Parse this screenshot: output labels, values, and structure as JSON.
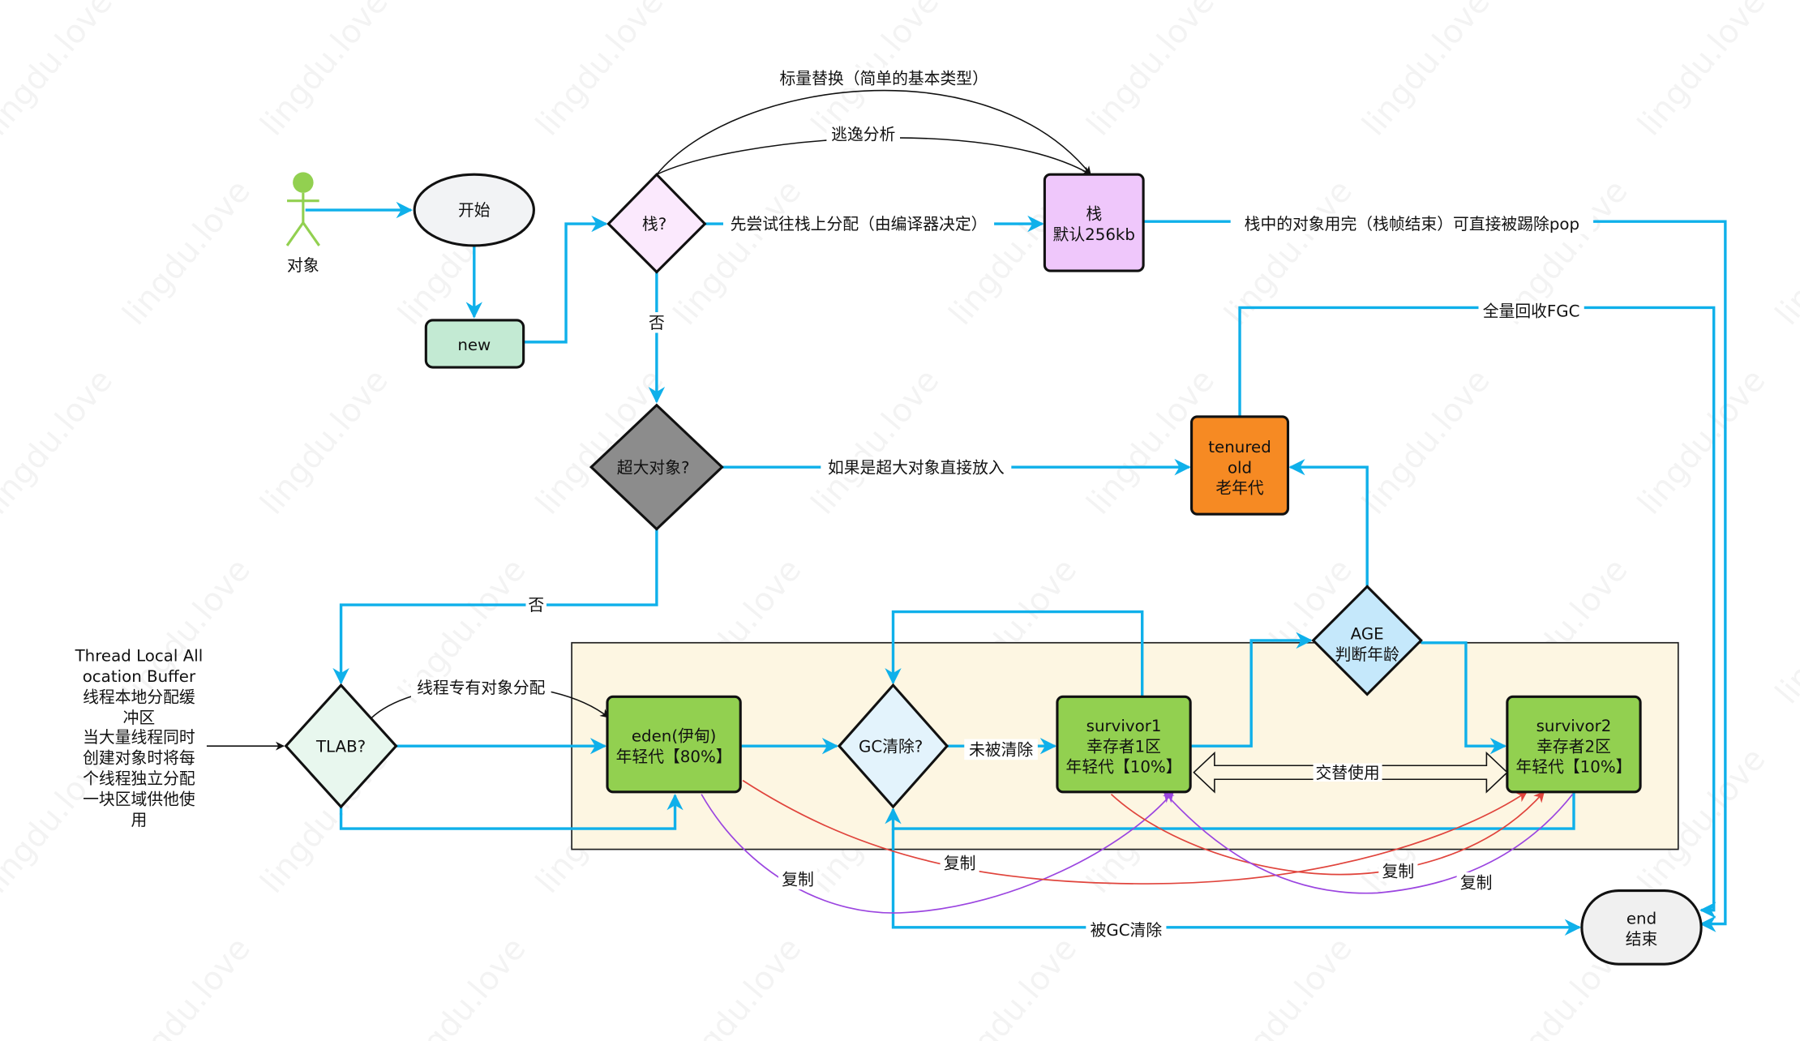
{
  "diagram": {
    "title": "JVM 对象分配流程",
    "watermark": "lingdu.love",
    "colors": {
      "flow_line": "#0fb0ea",
      "copy_line_red": "#e0443c",
      "copy_line_purple": "#9b45e0",
      "actor": "#92d050",
      "start_fill": "#f2f3f5",
      "new_fill": "#c3ead3",
      "stack_decision_fill": "#fbe9fd",
      "stack_fill": "#efc7fb",
      "big_object_fill": "#8c8c8c",
      "tenured_fill": "#f68a23",
      "tlab_fill": "#e8f7ee",
      "young_gen_fill": "#fdf6e2",
      "young_box_fill": "#92d050",
      "gc_fill": "#e3f3fc",
      "age_fill": "#c5e8fb",
      "end_fill": "#f0f0f0"
    },
    "nodes": {
      "actor": "对象",
      "start": "开始",
      "new": "new",
      "stack_decision": "栈?",
      "stack": {
        "line1": "栈",
        "line2": "默认256kb"
      },
      "big_object": "超大对象?",
      "tenured": {
        "line1": "tenured",
        "line2": "old",
        "line3": "老年代"
      },
      "tlab": "TLAB?",
      "tlab_note": [
        "Thread Local All",
        "ocation Buffer",
        "线程本地分配缓",
        "冲区",
        "当大量线程同时",
        "创建对象时将每",
        "个线程独立分配",
        "一块区域供他使",
        "用"
      ],
      "eden": {
        "line1": "eden(伊甸)",
        "line2": "年轻代【80%】"
      },
      "gc": "GC清除?",
      "survivor1": {
        "line1": "survivor1",
        "line2": "幸存者1区",
        "line3": "年轻代【10%】"
      },
      "age": {
        "line1": "AGE",
        "line2": "判断年龄"
      },
      "survivor2": {
        "line1": "survivor2",
        "line2": "幸存者2区",
        "line3": "年轻代【10%】"
      },
      "end": {
        "line1": "end",
        "line2": "结束"
      }
    },
    "edge_labels": {
      "scalar_replace": "标量替换（简单的基本类型）",
      "escape_analysis": "逃逸分析",
      "try_stack": "先尝试往栈上分配（由编译器决定）",
      "pop": "栈中的对象用完（栈帧结束）可直接被踢除pop",
      "no_1": "否",
      "full_gc": "全量回收FGC",
      "big_direct": "如果是超大对象直接放入",
      "no_2": "否",
      "thread_alloc": "线程专有对象分配",
      "not_cleared": "未被清除",
      "alternate": "交替使用",
      "copy": "复制",
      "cleared_by_gc": "被GC清除"
    }
  }
}
